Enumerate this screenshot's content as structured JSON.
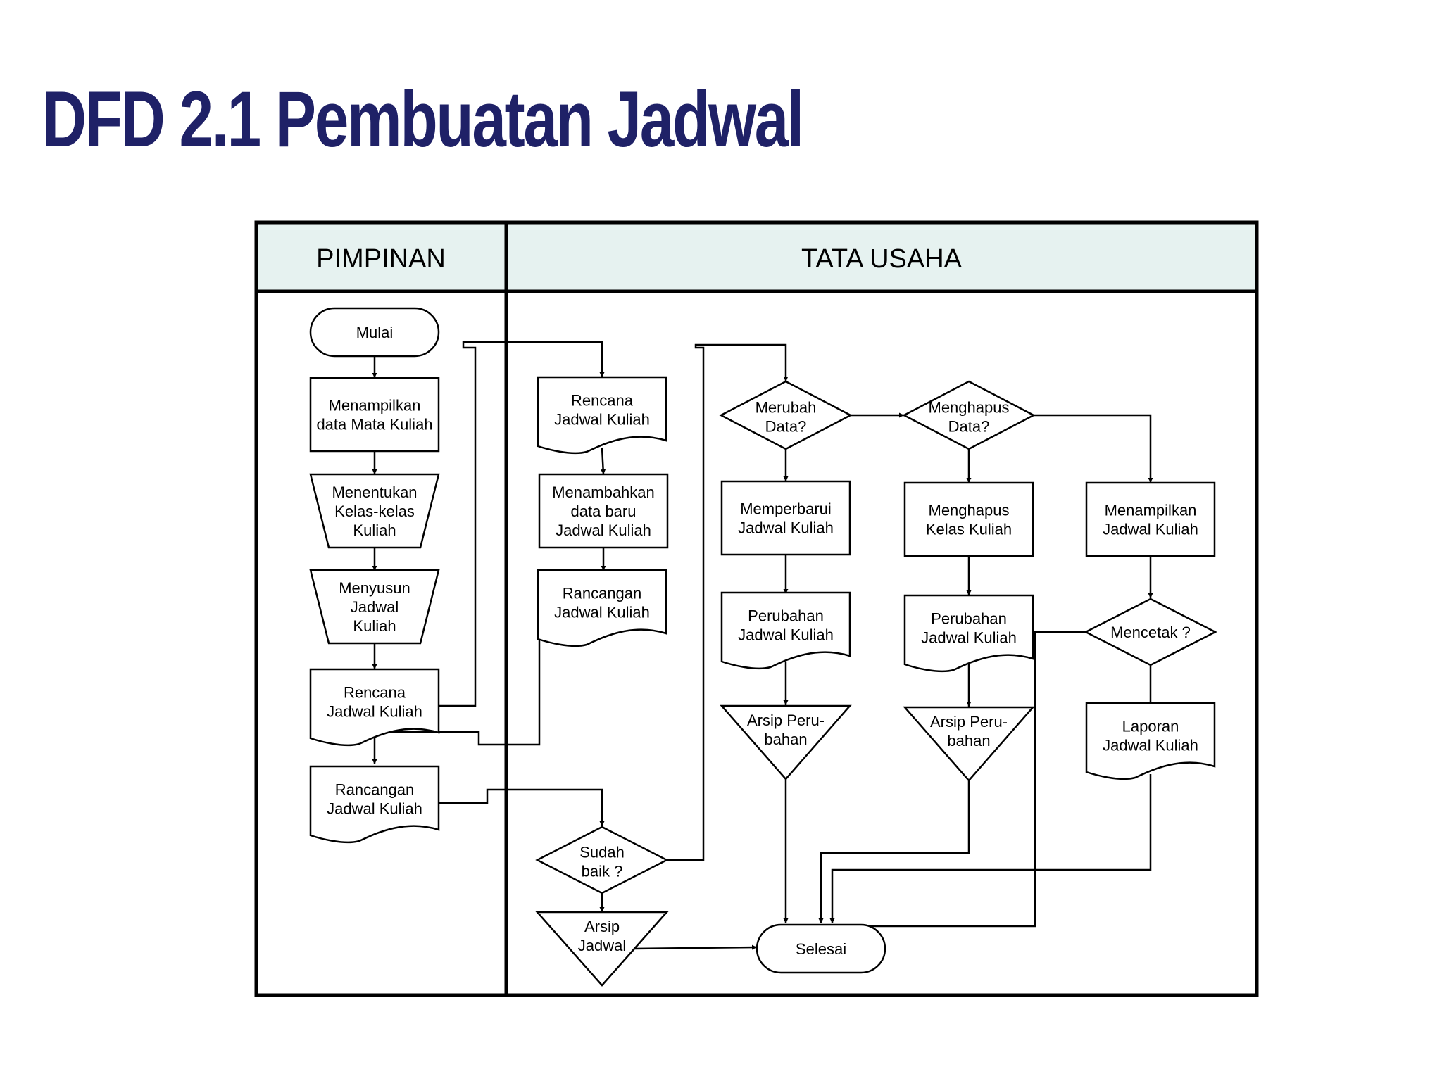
{
  "title": "DFD 2.1 Pembuatan Jadwal",
  "colors": {
    "title": "#1f2167",
    "lane_header_fill": "#e6f2f0",
    "stroke": "#000000"
  },
  "lanes": [
    {
      "id": "pimpinan",
      "label": "PIMPINAN"
    },
    {
      "id": "tata_usaha",
      "label": "TATA USAHA"
    }
  ],
  "nodes": [
    {
      "id": "mulai",
      "shape": "terminator",
      "lines": [
        "Mulai"
      ]
    },
    {
      "id": "menampilkan_mk",
      "shape": "process",
      "lines": [
        "Menampilkan",
        "data Mata Kuliah"
      ]
    },
    {
      "id": "menentukan",
      "shape": "manual-operation",
      "lines": [
        "Menentukan",
        "Kelas-kelas",
        "Kuliah"
      ]
    },
    {
      "id": "menyusun",
      "shape": "manual-operation",
      "lines": [
        "Menyusun",
        "Jadwal",
        "Kuliah"
      ]
    },
    {
      "id": "rencana_p",
      "shape": "document",
      "lines": [
        "Rencana",
        "Jadwal Kuliah"
      ]
    },
    {
      "id": "rancangan_p",
      "shape": "document",
      "lines": [
        "Rancangan",
        "Jadwal Kuliah"
      ]
    },
    {
      "id": "rencana_tu",
      "shape": "document",
      "lines": [
        "Rencana",
        "Jadwal Kuliah"
      ]
    },
    {
      "id": "menambahkan",
      "shape": "process",
      "lines": [
        "Menambahkan",
        "data baru",
        "Jadwal Kuliah"
      ]
    },
    {
      "id": "rancangan_tu",
      "shape": "document",
      "lines": [
        "Rancangan",
        "Jadwal Kuliah"
      ]
    },
    {
      "id": "sudah_baik",
      "shape": "decision",
      "lines": [
        "Sudah",
        "baik ?"
      ]
    },
    {
      "id": "arsip_jadwal",
      "shape": "storage",
      "lines": [
        "Arsip",
        "Jadwal"
      ]
    },
    {
      "id": "merubah",
      "shape": "decision",
      "lines": [
        "Merubah",
        "Data?"
      ]
    },
    {
      "id": "memperbarui",
      "shape": "process",
      "lines": [
        "Memperbarui",
        "Jadwal Kuliah"
      ]
    },
    {
      "id": "perubahan1",
      "shape": "document",
      "lines": [
        "Perubahan",
        "Jadwal Kuliah"
      ]
    },
    {
      "id": "arsip_perubahan1",
      "shape": "storage",
      "lines": [
        "Arsip Peru-",
        "bahan"
      ]
    },
    {
      "id": "menghapus_q",
      "shape": "decision",
      "lines": [
        "Menghapus",
        "Data?"
      ]
    },
    {
      "id": "menghapus_kelas",
      "shape": "process",
      "lines": [
        "Menghapus",
        "Kelas Kuliah"
      ]
    },
    {
      "id": "perubahan2",
      "shape": "document",
      "lines": [
        "Perubahan",
        "Jadwal Kuliah"
      ]
    },
    {
      "id": "arsip_perubahan2",
      "shape": "storage",
      "lines": [
        "Arsip Peru-",
        "bahan"
      ]
    },
    {
      "id": "menampilkan_jk",
      "shape": "process",
      "lines": [
        "Menampilkan",
        "Jadwal Kuliah"
      ]
    },
    {
      "id": "mencetak",
      "shape": "decision",
      "lines": [
        "Mencetak ?"
      ]
    },
    {
      "id": "laporan",
      "shape": "document",
      "lines": [
        "Laporan",
        "Jadwal Kuliah"
      ]
    },
    {
      "id": "selesai",
      "shape": "terminator",
      "lines": [
        "Selesai"
      ]
    }
  ]
}
